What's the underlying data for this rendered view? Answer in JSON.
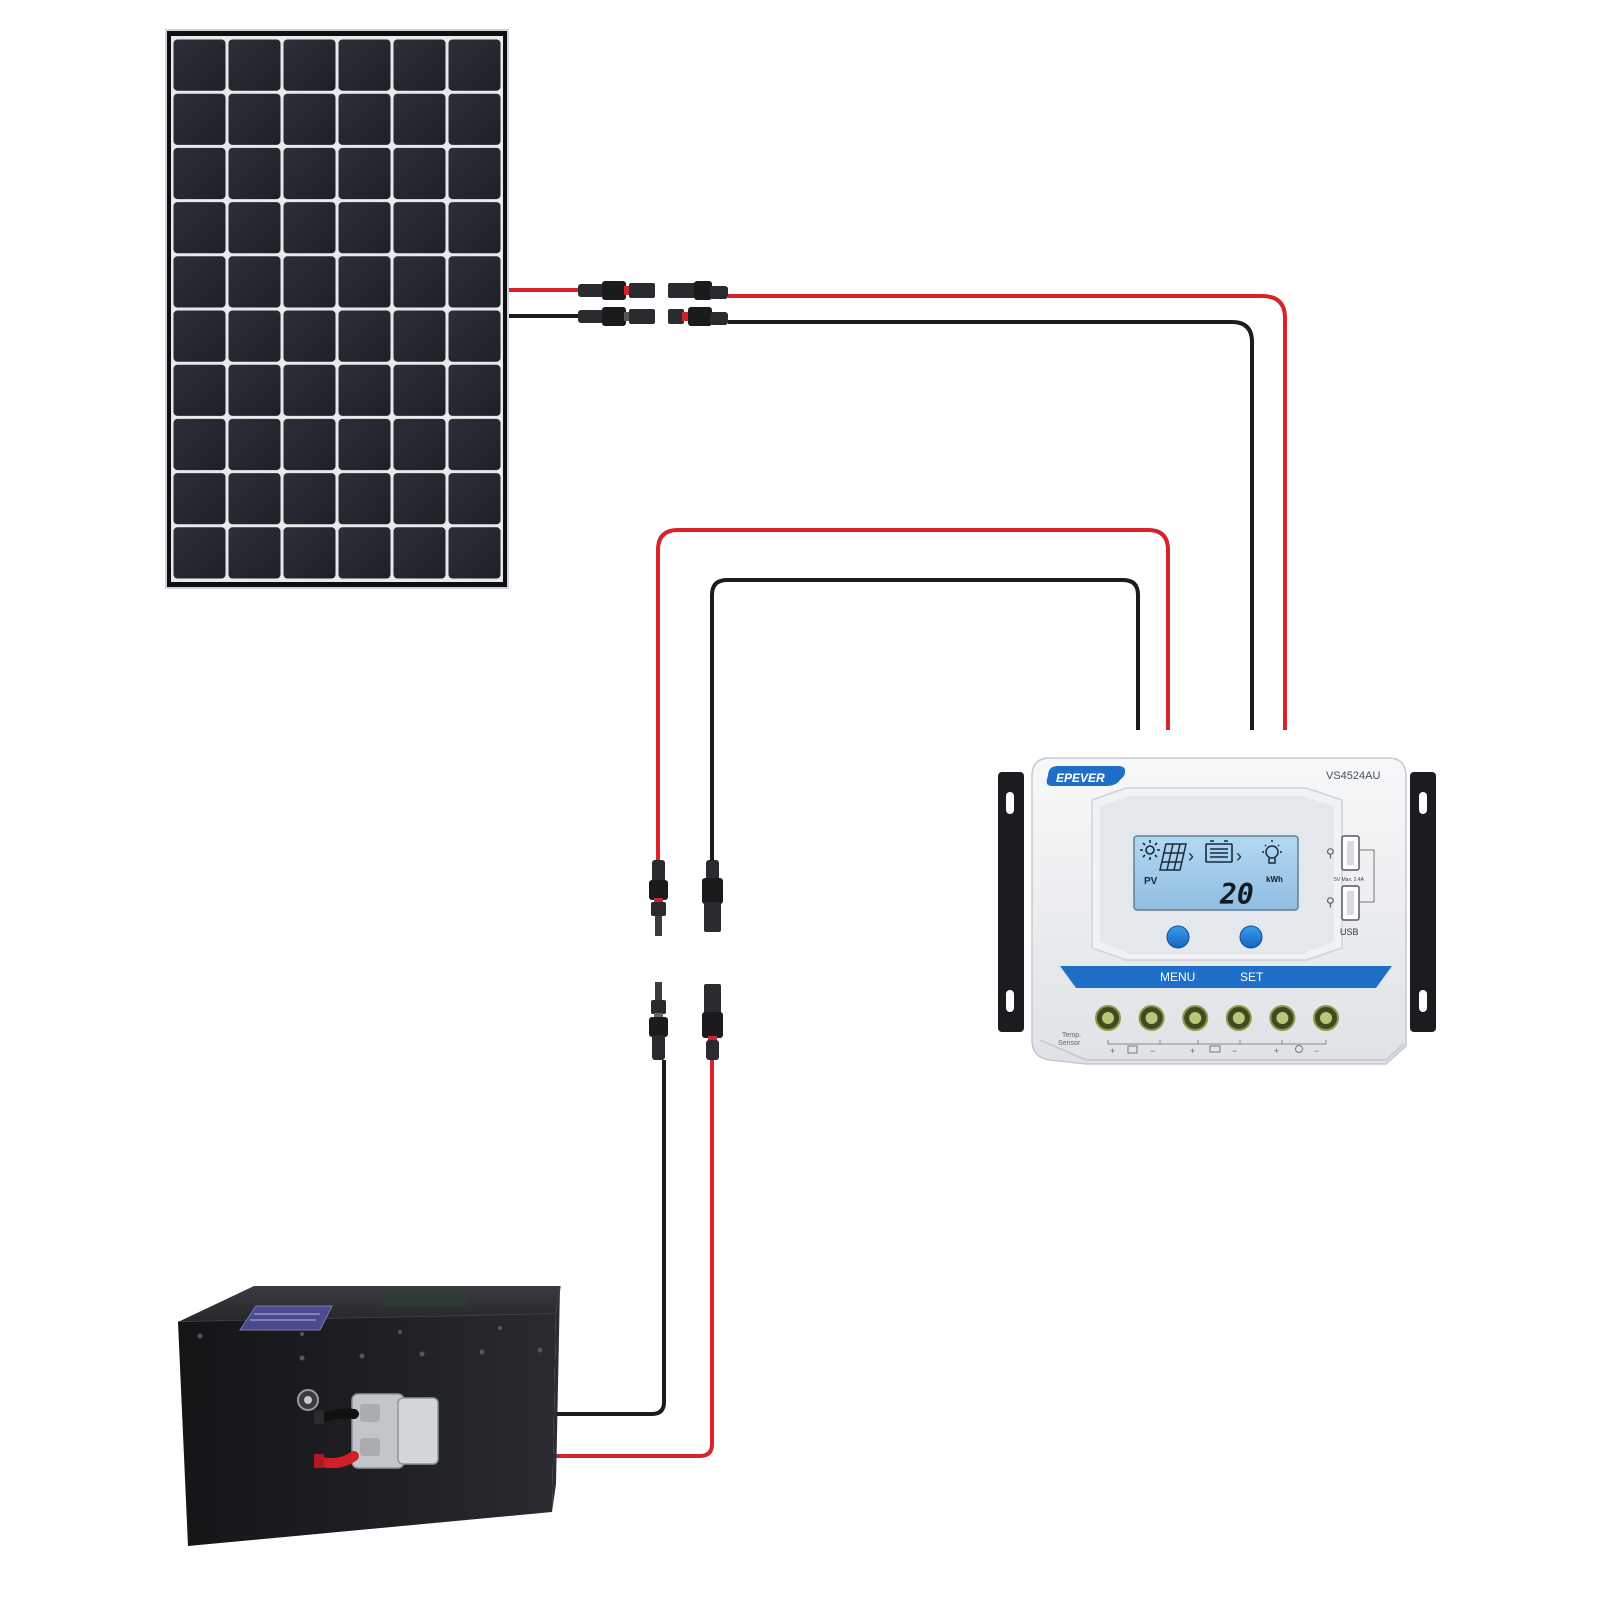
{
  "colors": {
    "wire_positive": "#d8232a",
    "wire_negative": "#1c1c1c",
    "panel_cell": "#25282f",
    "panel_frame": "#0e0f12",
    "controller_body": "#eef0f2",
    "controller_stripe": "#1f6fc8",
    "lcd_background": "#9ec9ec",
    "button_blue": "#1e7fdc",
    "battery_body": "#1e1f22"
  },
  "solar_panel": {
    "name": "solar-panel",
    "columns": 6,
    "rows": 10
  },
  "controller": {
    "brand": "EPEVER",
    "model": "VS4524AU",
    "lcd": {
      "pv_label": "PV",
      "value": "20",
      "unit": "kWh"
    },
    "buttons": [
      {
        "label": "MENU"
      },
      {
        "label": "SET"
      }
    ],
    "usb": {
      "label": "USB",
      "spec": "5V  Max. 2.4A"
    },
    "temp_sensor_label": [
      "Temp.",
      "Sensor"
    ],
    "terminal_count": 6,
    "terminal_polarity": [
      "+",
      "−",
      "+",
      "−",
      "+",
      "−"
    ]
  },
  "battery": {
    "name": "lithium-battery"
  }
}
